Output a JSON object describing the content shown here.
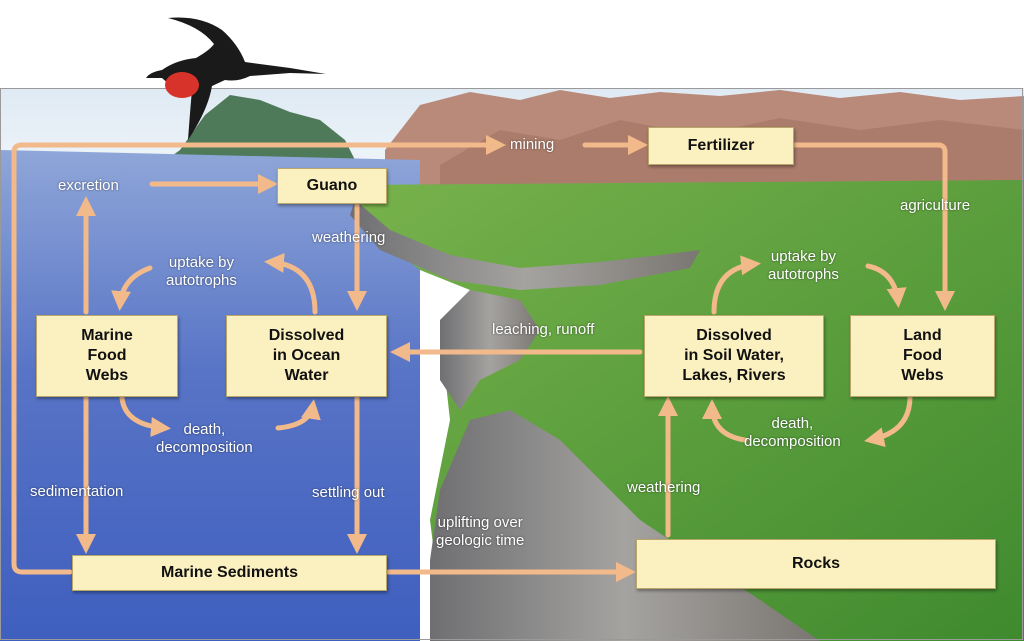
{
  "boxes": {
    "fertilizer": "Fertilizer",
    "guano": "Guano",
    "marine_food_webs": "Marine\nFood\nWebs",
    "dissolved_ocean": "Dissolved\nin Ocean\nWater",
    "dissolved_soil": "Dissolved\nin Soil Water,\nLakes, Rivers",
    "land_food_webs": "Land\nFood\nWebs",
    "marine_sediments": "Marine Sediments",
    "rocks": "Rocks"
  },
  "labels": {
    "mining": "mining",
    "excretion": "excretion",
    "agriculture": "agriculture",
    "weathering_guano": "weathering",
    "uptake_marine": "uptake by\nautotrophs",
    "uptake_land": "uptake by\nautotrophs",
    "leaching": "leaching, runoff",
    "death_marine": "death,\ndecomposition",
    "death_land": "death,\ndecomposition",
    "sedimentation": "sedimentation",
    "settling": "settling out",
    "uplifting": "uplifting over\ngeologic time",
    "weathering_rocks": "weathering"
  },
  "colors": {
    "arrow": "#f2b98a",
    "box_fill": "#fbf0c0",
    "ocean": "#4f6fbf",
    "grass": "#5c9a3a",
    "cliff": "#8a8a8a",
    "mountain": "#b98a7a",
    "sky": "#e8f2fa"
  },
  "icons": {
    "bird": "frigatebird-icon"
  }
}
